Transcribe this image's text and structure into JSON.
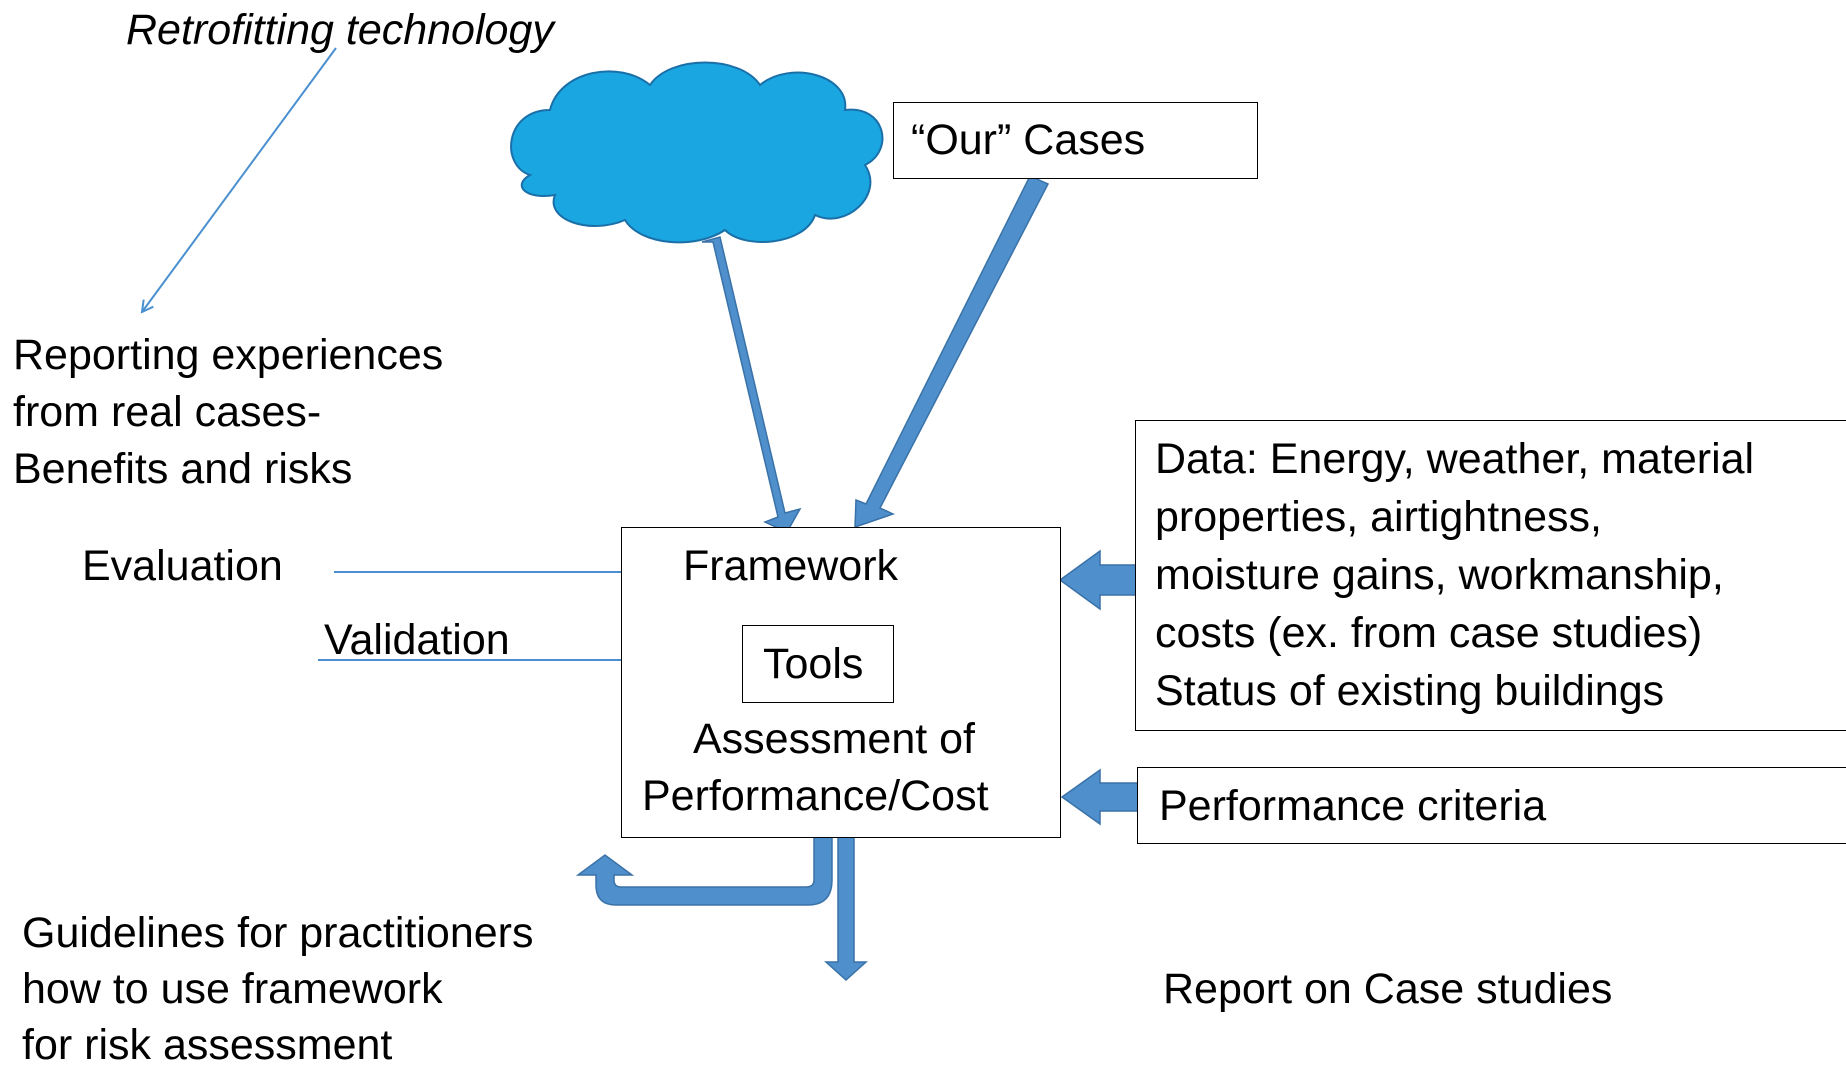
{
  "labels": {
    "retrofitting": "Retrofitting technology",
    "reporting_lines": [
      "Reporting experiences",
      "from real cases-",
      "Benefits and risks"
    ],
    "evaluation": "Evaluation",
    "validation": "Validation",
    "our_cases": "“Our” Cases",
    "framework": "Framework",
    "tools": "Tools",
    "assessment_lines": [
      "Assessment of",
      "Performance/Cost"
    ],
    "data_lines": [
      "Data: Energy, weather, material",
      "properties, airtightness,",
      "moisture gains, workmanship,",
      "costs (ex. from case studies)",
      "Status of existing buildings"
    ],
    "performance_criteria": "Performance criteria",
    "guidelines_lines": [
      "Guidelines for practitioners",
      "how to use framework",
      "for risk assessment"
    ],
    "report": "Report on Case studies"
  },
  "colors": {
    "cloud_fill": "#1aa6e0",
    "cloud_stroke": "#1a6fa8",
    "block_arrow_fill": "#4f8fcb",
    "block_arrow_stroke": "#3a72a8",
    "thin_arrow": "#4a90d0"
  },
  "icons": [
    "cloud-shape",
    "block-arrow",
    "thin-arrow"
  ]
}
